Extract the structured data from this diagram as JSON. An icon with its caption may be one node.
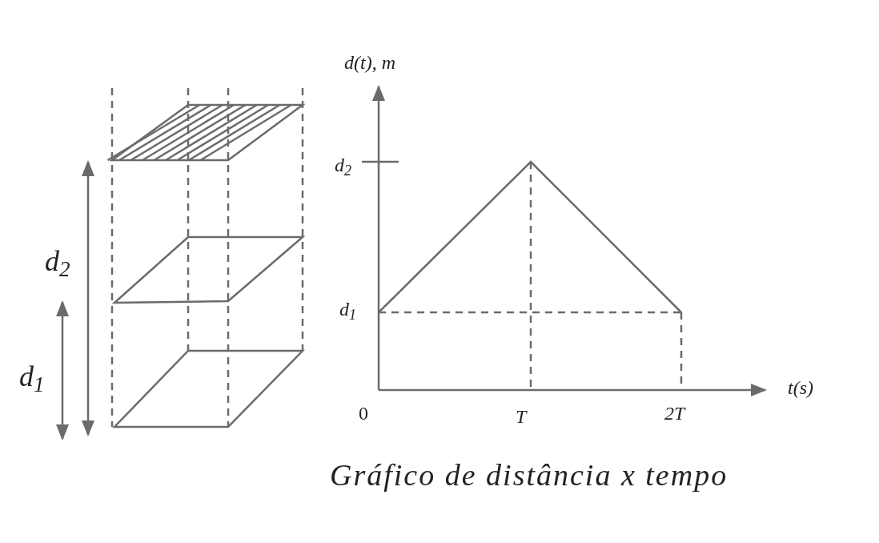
{
  "diagram": {
    "caption": "Gráfico de distância x tempo",
    "labels": [
      "d(t), m",
      "d$_{2}$",
      "d$_{2}$",
      "d$_{1}$",
      "d$_{1}$",
      "t(s)",
      "0",
      "T",
      "2T"
    ]
  }
}
